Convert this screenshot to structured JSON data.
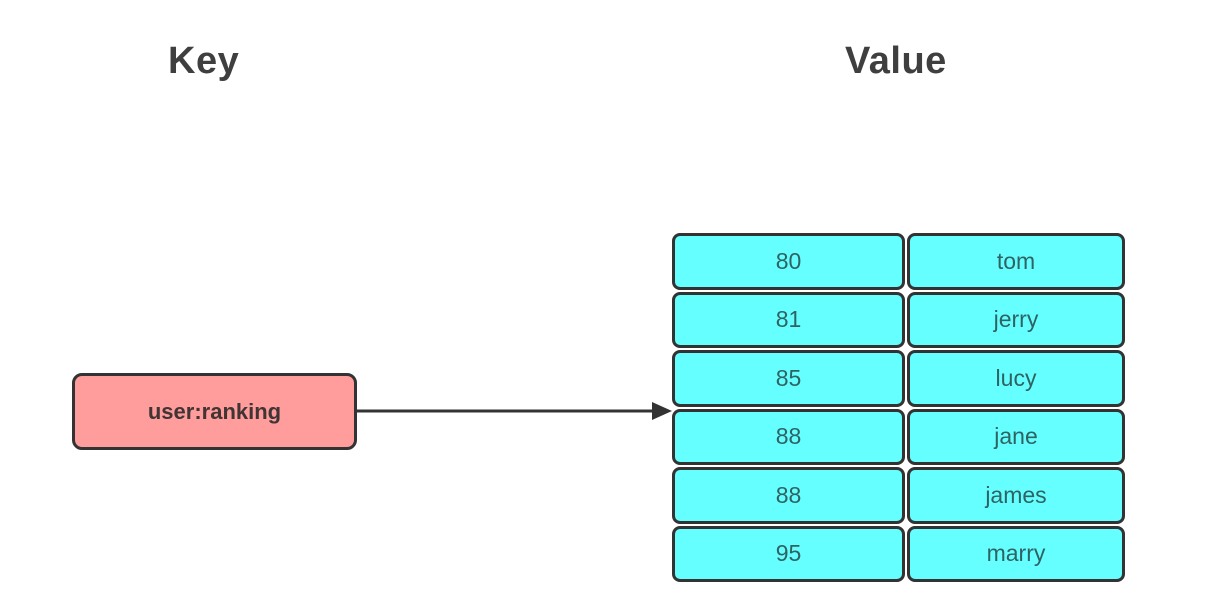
{
  "headers": {
    "key": "Key",
    "value": "Value"
  },
  "key_box": {
    "label": "user:ranking"
  },
  "table": {
    "rows": [
      {
        "score": "80",
        "member": "tom"
      },
      {
        "score": "81",
        "member": "jerry"
      },
      {
        "score": "85",
        "member": "lucy"
      },
      {
        "score": "88",
        "member": "jane"
      },
      {
        "score": "88",
        "member": "james"
      },
      {
        "score": "95",
        "member": "marry"
      }
    ]
  },
  "colors": {
    "key_box_fill": "#ff9c9c",
    "key_box_text": "#413434",
    "cell_fill": "#66ffff",
    "cell_text": "#2f6363",
    "border": "#333333",
    "header_text": "#3f3f3f",
    "arrow": "#333333"
  }
}
